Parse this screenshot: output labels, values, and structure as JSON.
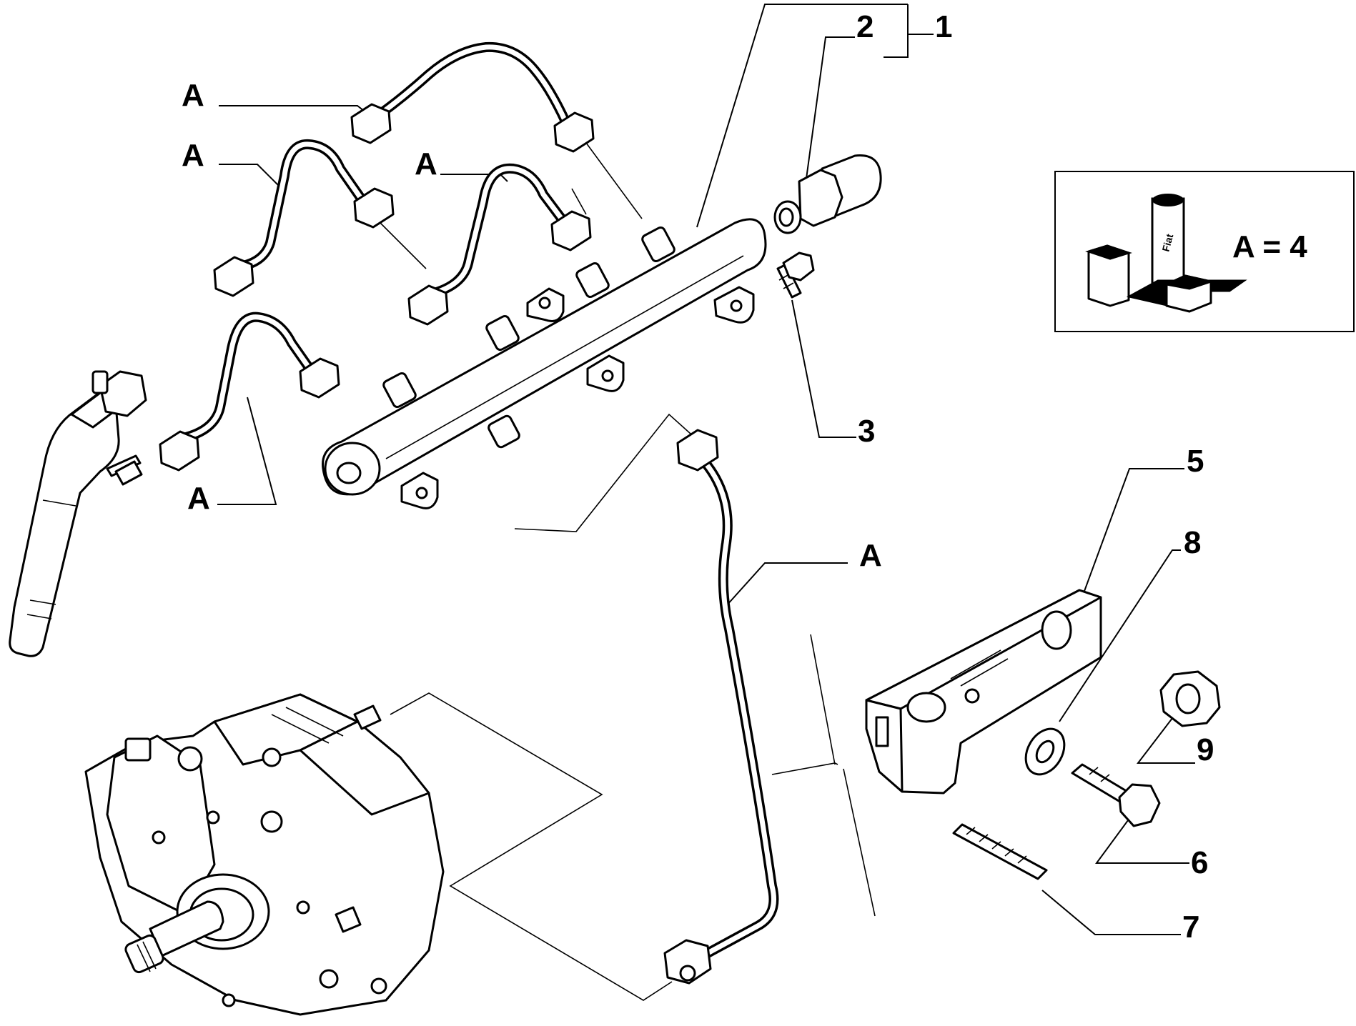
{
  "labels": {
    "l1": "1",
    "l2": "2",
    "l3": "3",
    "l5": "5",
    "l6": "6",
    "l7": "7",
    "l8": "8",
    "l9": "9",
    "a1": "A",
    "a2": "A",
    "a3": "A",
    "a4": "A",
    "a5": "A"
  },
  "legend": {
    "equation": "A = 4",
    "product_mark": "Fiat"
  }
}
